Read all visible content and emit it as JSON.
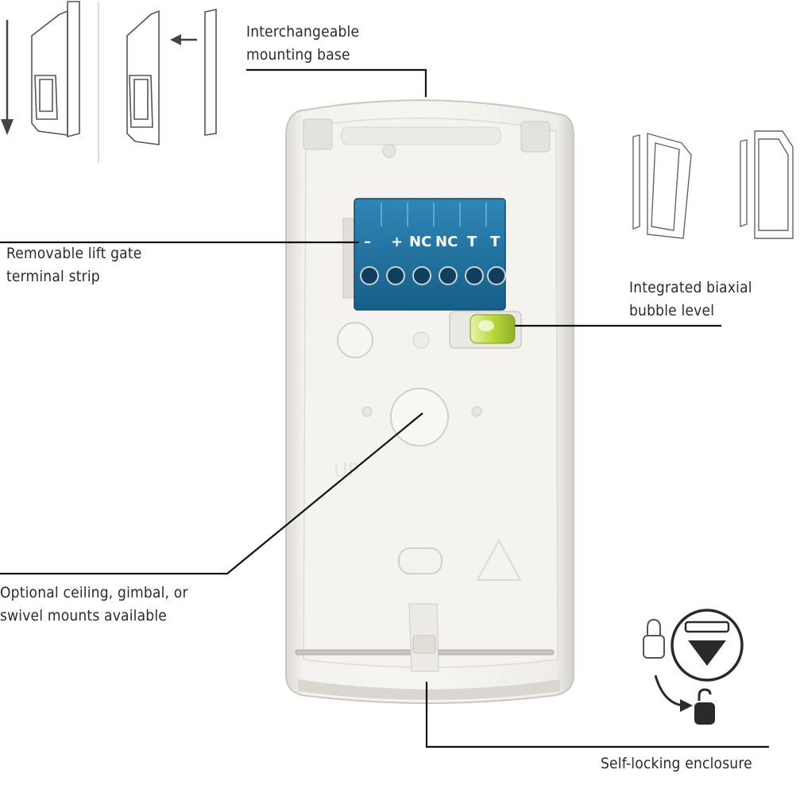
{
  "callouts": {
    "mounting_base": {
      "line1": "Interchangeable",
      "line2": "mounting base"
    },
    "terminal_strip": {
      "line1": "Removable lift gate",
      "line2": "terminal strip"
    },
    "bubble_level": {
      "line1": "Integrated biaxial",
      "line2": "bubble level"
    },
    "mounts": {
      "line1": "Optional ceiling, gimbal, or",
      "line2": "swivel mounts available"
    },
    "enclosure": {
      "line1": "Self-locking enclosure"
    }
  },
  "terminal_labels": [
    "–",
    "+",
    "NC",
    "NC",
    "T",
    "T"
  ],
  "icons": {
    "lock": "padlock-closed-icon",
    "unlock": "padlock-open-icon",
    "release": "push-down-triangle-icon",
    "arrow_down": "arrow-down-icon",
    "arrow_left": "arrow-left-icon"
  },
  "colors": {
    "terminal_blue": "#1e6f9c",
    "housing": "#ecebe6",
    "bubble_green": "#b9d83a",
    "leader_line": "#111111"
  }
}
